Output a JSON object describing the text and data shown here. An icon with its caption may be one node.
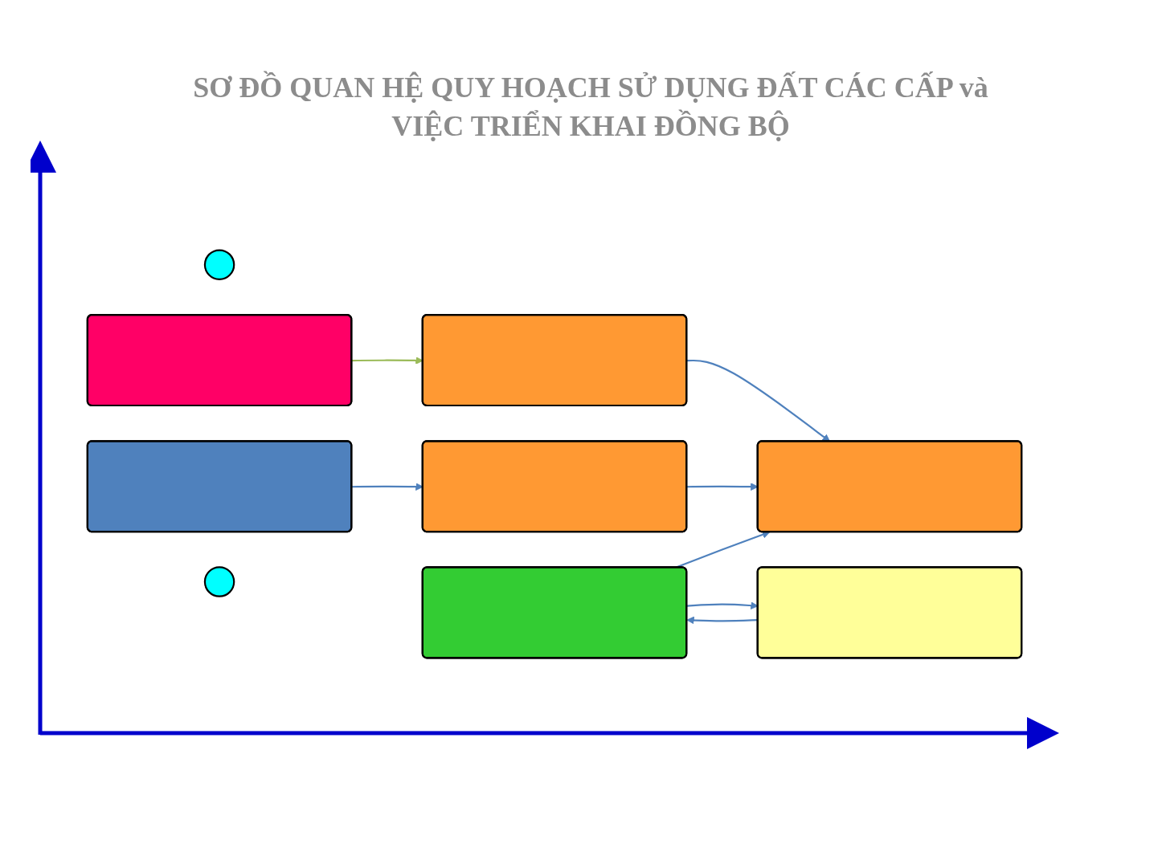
{
  "diagram": {
    "title": "SƠ ĐỒ QUAN HỆ QUY HOẠCH SỬ DỤNG ĐẤT CÁC CẤP và VIỆC TRIỂN KHAI ĐỒNG BỘ",
    "nodes": [
      {
        "text": [],
        "shape": "circle"
      },
      {
        "text": [],
        "shape": "box"
      },
      {
        "text": [],
        "shape": "box"
      },
      {
        "text": [],
        "shape": "box"
      },
      {
        "text": [],
        "shape": "box"
      },
      {
        "text": [],
        "shape": "box"
      },
      {
        "text": [],
        "shape": "box"
      },
      {
        "text": [],
        "shape": "box"
      },
      {
        "text": [],
        "shape": "circle"
      }
    ],
    "edges": [
      {
        "from": 1,
        "to": 2,
        "arrow": "to",
        "color": "#9bbb59"
      },
      {
        "from": 3,
        "to": 4,
        "arrow": "to"
      },
      {
        "from": 2,
        "to": 6,
        "arrow": "to"
      },
      {
        "from": 4,
        "to": 6,
        "arrow": "to"
      },
      {
        "from": 5,
        "to": 6,
        "arrow": "to"
      },
      {
        "from": 7,
        "to": 5,
        "arrow": "to"
      },
      {
        "from": 5,
        "to": 7,
        "arrow": "to"
      }
    ]
  }
}
